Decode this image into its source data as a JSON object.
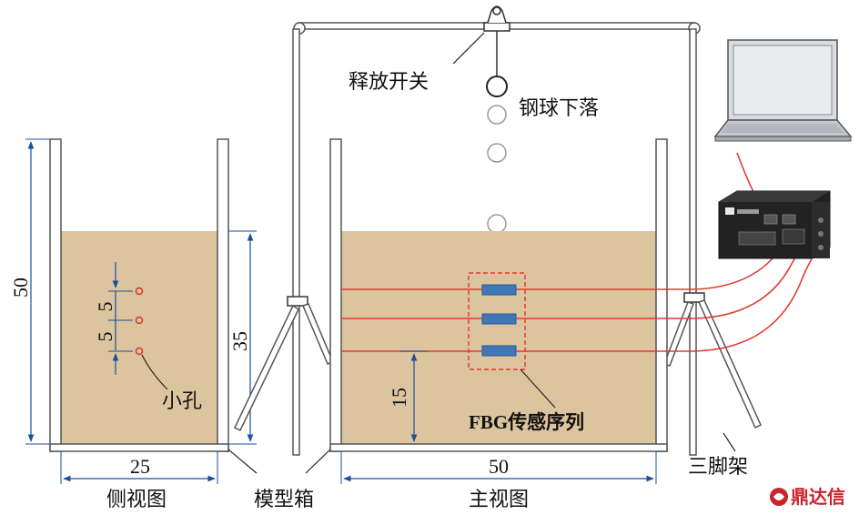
{
  "labels": {
    "release_switch": "释放开关",
    "ball_drop": "钢球下落",
    "side_view": "侧视图",
    "model_box": "模型箱",
    "main_view": "主视图",
    "tripod": "三脚架",
    "small_hole": "小孔",
    "fbg_array": "FBG传感序列"
  },
  "dimensions": {
    "side_height": "50",
    "side_sand_height": "35",
    "side_width": "25",
    "hole_spacing_1": "5",
    "hole_spacing_2": "5",
    "main_width": "50",
    "sensor_height": "15"
  },
  "watermark": "鼎达信",
  "colors": {
    "sand": "#dcc49f",
    "dimension": "#1a4f9a",
    "fiber": "#e33a32",
    "sensor": "#3f78b8",
    "wall": "#555555",
    "watermark": "#c8242b"
  }
}
